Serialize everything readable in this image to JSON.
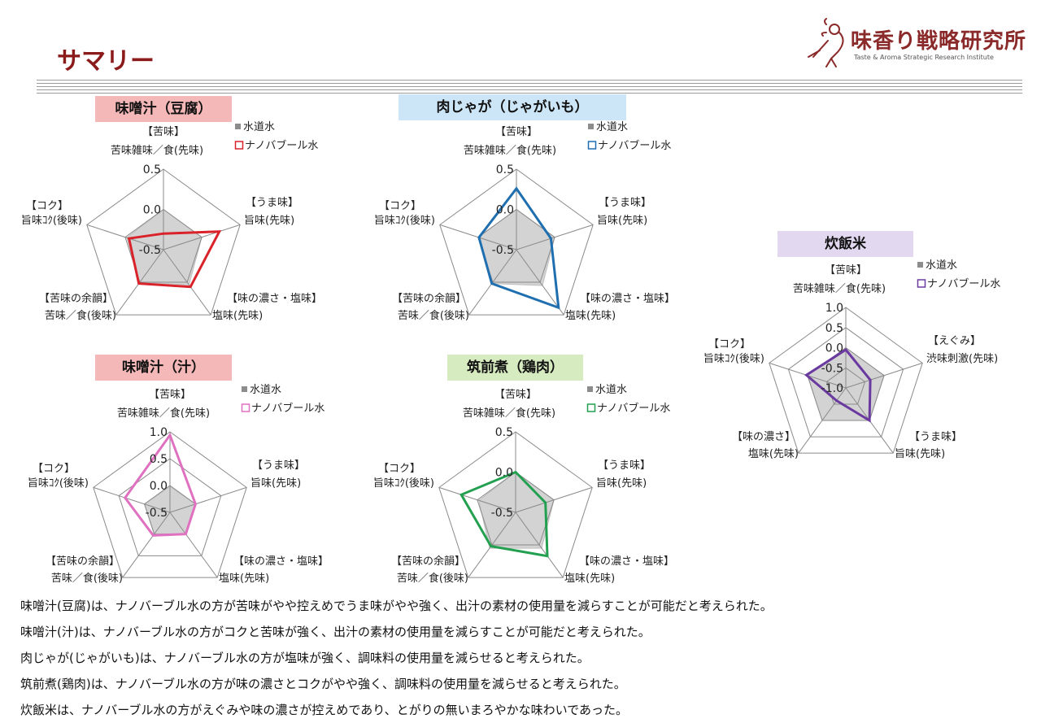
{
  "page_title": "サマリー",
  "logo": {
    "name": "味香り戦略研究所",
    "subtitle": "Taste & Aroma Strategic Research Institute"
  },
  "colors": {
    "title": "#8b1a1a",
    "tap_water_fill": "#d3d3d3",
    "tap_water_legend": "#8c8c8c"
  },
  "chart_data": [
    {
      "type": "radar",
      "title": "味噌汁（豆腐）",
      "title_bg": "#f4b8b8",
      "axes": [
        [
          "【苦味】",
          "苦味雑味／食(先味)"
        ],
        [
          "【うま味】",
          "旨味(先味)"
        ],
        [
          "【味の濃さ・塩味】",
          "塩味(先味)"
        ],
        [
          "【苦味の余韻】",
          "苦味／食(後味)"
        ],
        [
          "【コク】",
          "旨味ｺｸ(後味)"
        ]
      ],
      "range": [
        -0.5,
        0.5
      ],
      "ticks": [
        "0.5",
        "0.0",
        "-0.5"
      ],
      "series": [
        {
          "name": "水道水",
          "values": [
            0.0,
            0.0,
            0.04,
            0.0,
            -0.02
          ],
          "style": "fill"
        },
        {
          "name": "ナノバブール水",
          "values": [
            -0.3,
            0.23,
            0.07,
            0.02,
            -0.05
          ],
          "color": "#d9222a",
          "style": "line"
        }
      ]
    },
    {
      "type": "radar",
      "title": "肉じゃが（じゃがいも）",
      "title_bg": "#cce6f7",
      "axes": [
        [
          "【苦味】",
          "苦味雑味／食(先味)"
        ],
        [
          "【うま味】",
          "旨味(先味)"
        ],
        [
          "【味の濃さ・塩味】",
          "塩味(先味)"
        ],
        [
          "【苦味の余韻】",
          "苦味／食(後味)"
        ],
        [
          "【コク】",
          "旨味ｺｸ(後味)"
        ]
      ],
      "range": [
        -0.5,
        0.5
      ],
      "ticks": [
        "0.5",
        "0.0",
        "-0.5"
      ],
      "series": [
        {
          "name": "水道水",
          "values": [
            0.0,
            0.0,
            0.05,
            0.02,
            0.0
          ],
          "style": "fill"
        },
        {
          "name": "ナノバブール水",
          "values": [
            0.26,
            -0.05,
            0.39,
            0.02,
            -0.01
          ],
          "color": "#1f6fb0",
          "style": "line"
        }
      ]
    },
    {
      "type": "radar",
      "title": "味噌汁（汁）",
      "title_bg": "#f4b8b8",
      "axes": [
        [
          "【苦味】",
          "苦味雑味／食(先味)"
        ],
        [
          "【うま味】",
          "旨味(先味)"
        ],
        [
          "【味の濃さ・塩味】",
          "塩味(先味)"
        ],
        [
          "【苦味の余韻】",
          "苦味／食(後味)"
        ],
        [
          "【コク】",
          "旨味ｺｸ(後味)"
        ]
      ],
      "range": [
        -0.5,
        1.0
      ],
      "ticks": [
        "1.0",
        "0.5",
        "0.0",
        "-0.5"
      ],
      "series": [
        {
          "name": "水道水",
          "values": [
            -0.02,
            0.0,
            0.0,
            0.0,
            0.0
          ],
          "style": "fill"
        },
        {
          "name": "ナノバブール水",
          "values": [
            0.94,
            0.0,
            0.0,
            0.03,
            0.38
          ],
          "color": "#e070c0",
          "style": "line"
        }
      ]
    },
    {
      "type": "radar",
      "title": "筑前煮（鶏肉）",
      "title_bg": "#d6ebc0",
      "axes": [
        [
          "【苦味】",
          "苦味雑味／食(先味)"
        ],
        [
          "【うま味】",
          "旨味(先味)"
        ],
        [
          "【味の濃さ・塩味】",
          "塩味(先味)"
        ],
        [
          "【苦味の余韻】",
          "苦味／食(後味)"
        ],
        [
          "【コク】",
          "旨味ｺｸ(後味)"
        ]
      ],
      "range": [
        -0.5,
        0.5
      ],
      "ticks": [
        "0.5",
        "0.0",
        "-0.5"
      ],
      "series": [
        {
          "name": "水道水",
          "values": [
            0.0,
            0.0,
            0.05,
            0.05,
            -0.02
          ],
          "style": "fill"
        },
        {
          "name": "ナノバブール水",
          "values": [
            0.0,
            -0.11,
            0.17,
            0.02,
            0.21
          ],
          "color": "#22a050",
          "style": "line"
        }
      ]
    },
    {
      "type": "radar",
      "title": "炊飯米",
      "title_bg": "#e2d9f0",
      "axes": [
        [
          "【苦味】",
          "苦味雑味／食(先味)"
        ],
        [
          "【えぐみ】",
          "渋味刺激(先味)"
        ],
        [
          "【うま味】",
          "旨味(先味)"
        ],
        [
          "【味の濃さ】",
          "塩味(先味)"
        ],
        [
          "【コク】",
          "旨味ｺｸ(後味)"
        ]
      ],
      "range": [
        -1.0,
        1.0
      ],
      "ticks": [
        "1.0",
        "0.5",
        "0.0",
        "-0.5",
        "-1.0"
      ],
      "series": [
        {
          "name": "水道水",
          "values": [
            0.0,
            0.0,
            0.0,
            0.0,
            0.0
          ],
          "style": "fill"
        },
        {
          "name": "ナノバブール水",
          "values": [
            -0.05,
            -0.36,
            0.0,
            -0.61,
            0.03
          ],
          "color": "#6a3aa0",
          "style": "line"
        }
      ]
    }
  ],
  "notes": [
    "味噌汁(豆腐)は、ナノバーブル水の方が苦味がやや控えめでうま味がやや強く、出汁の素材の使用量を減らすことが可能だと考えられた。",
    "味噌汁(汁)は、ナノバーブル水の方がコクと苦味が強く、出汁の素材の使用量を減らすことが可能だと考えられた。",
    "肉じゃが(じゃがいも)は、ナノバーブル水の方が塩味が強く、調味料の使用量を減らせると考えられた。",
    "筑前煮(鶏肉)は、ナノバーブル水の方が味の濃さとコクがやや強く、調味料の使用量を減らせると考えられた。",
    "炊飯米は、ナノバーブル水の方がえぐみや味の濃さが控えめであり、とがりの無いまろやかな味わいであった。"
  ]
}
